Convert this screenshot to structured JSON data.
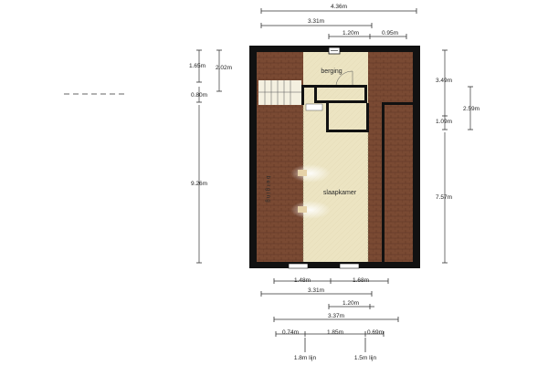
{
  "rooms": {
    "berging": "berging",
    "slaapkamer": "slaapkamer",
    "side_label": "berging"
  },
  "top_dims": {
    "total_width": "4.36m",
    "inner_width": "3.31m",
    "seg_a": "1.20m",
    "seg_b": "0.95m"
  },
  "left_dims": {
    "d1": "1.65m",
    "d2": "2.02m",
    "d3": "0.80m",
    "d4": "9.26m"
  },
  "right_dims": {
    "d1": "3.49m",
    "d2": "2.59m",
    "d3": "1.09m",
    "d4": "7.57m"
  },
  "bottom_dims": {
    "b1": "1.48m",
    "b2": "1.68m",
    "b3": "3.31m",
    "b4": "1.20m",
    "b5": "3.37m",
    "b6": "0.74m",
    "b7": "1.85m",
    "b8": "0.69m"
  },
  "height_lines": {
    "left": "1.8m lijn",
    "right": "1.5m lijn"
  },
  "colors": {
    "wall": "#111111",
    "roof": "#7a4a33",
    "floor": "#ece4c2",
    "accent": "#c8bf9a"
  }
}
